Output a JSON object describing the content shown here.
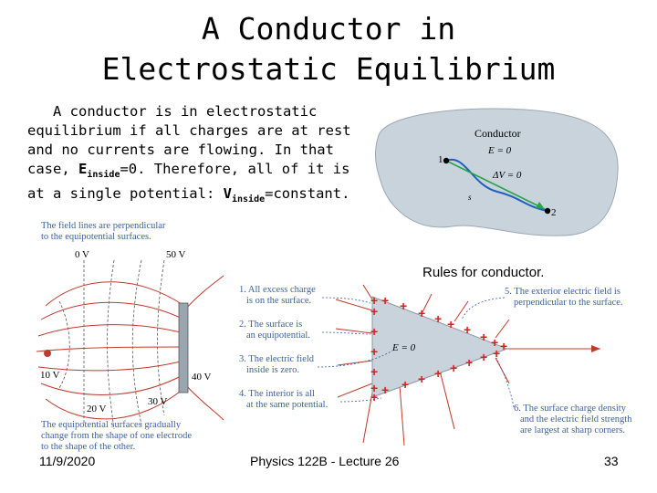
{
  "slide": {
    "title_line1": "A Conductor in",
    "title_line2": "Electrostatic Equilibrium",
    "intro": {
      "l1": "A conductor is in electrostatic",
      "l2": "equilibrium if all charges are at rest",
      "l3": "and no currents are flowing. In that",
      "l4a": "case, ",
      "l4b": "E",
      "l4c": "inside",
      "l4d": "=0. Therefore, all of it is",
      "l5a": "at a single potential: ",
      "l5b": "V",
      "l5c": "inside",
      "l5d": "=constant."
    },
    "rules_label": "Rules for conductor.",
    "footer": {
      "date": "11/9/2020",
      "course": "Physics 122B - Lecture 26",
      "page": "33"
    }
  },
  "conductor_fig": {
    "title": "Conductor",
    "e_label": "E = 0",
    "dv_label": "ΔV = 0",
    "s_label": "s",
    "p1": "1",
    "p2": "2"
  },
  "field_fig": {
    "caption_top1": "The field lines are perpendicular",
    "caption_top2": "to the equipotential surfaces.",
    "v0": "0 V",
    "v50": "50 V",
    "v40": "40 V",
    "v30": "30 V",
    "v20": "20 V",
    "v10": "10 V",
    "caption_bot1": "The equipotential surfaces gradually",
    "caption_bot2": "change from the shape of one electrode",
    "caption_bot3": "to the shape of the other."
  },
  "rules_fig": {
    "r1a": "1. All excess charge",
    "r1b": "is on the surface.",
    "r2a": "2. The surface is",
    "r2b": "an equipotential.",
    "r3a": "3. The electric field",
    "r3b": "inside is zero.",
    "r4a": "4. The interior is all",
    "r4b": "at the same potential.",
    "r5a": "5. The exterior electric field is",
    "r5b": "perpendicular to the surface.",
    "r6a": "6. The surface charge density",
    "r6b": "and the electric field strength",
    "r6c": "are largest at sharp corners.",
    "e_zero": "E = 0"
  },
  "colors": {
    "blob_fill": "#c9d3dc",
    "caption_blue": "#3b5fa8",
    "field_red": "#c0392b",
    "plus_red": "#d62020",
    "triangle_fill": "#c9d3dc"
  }
}
